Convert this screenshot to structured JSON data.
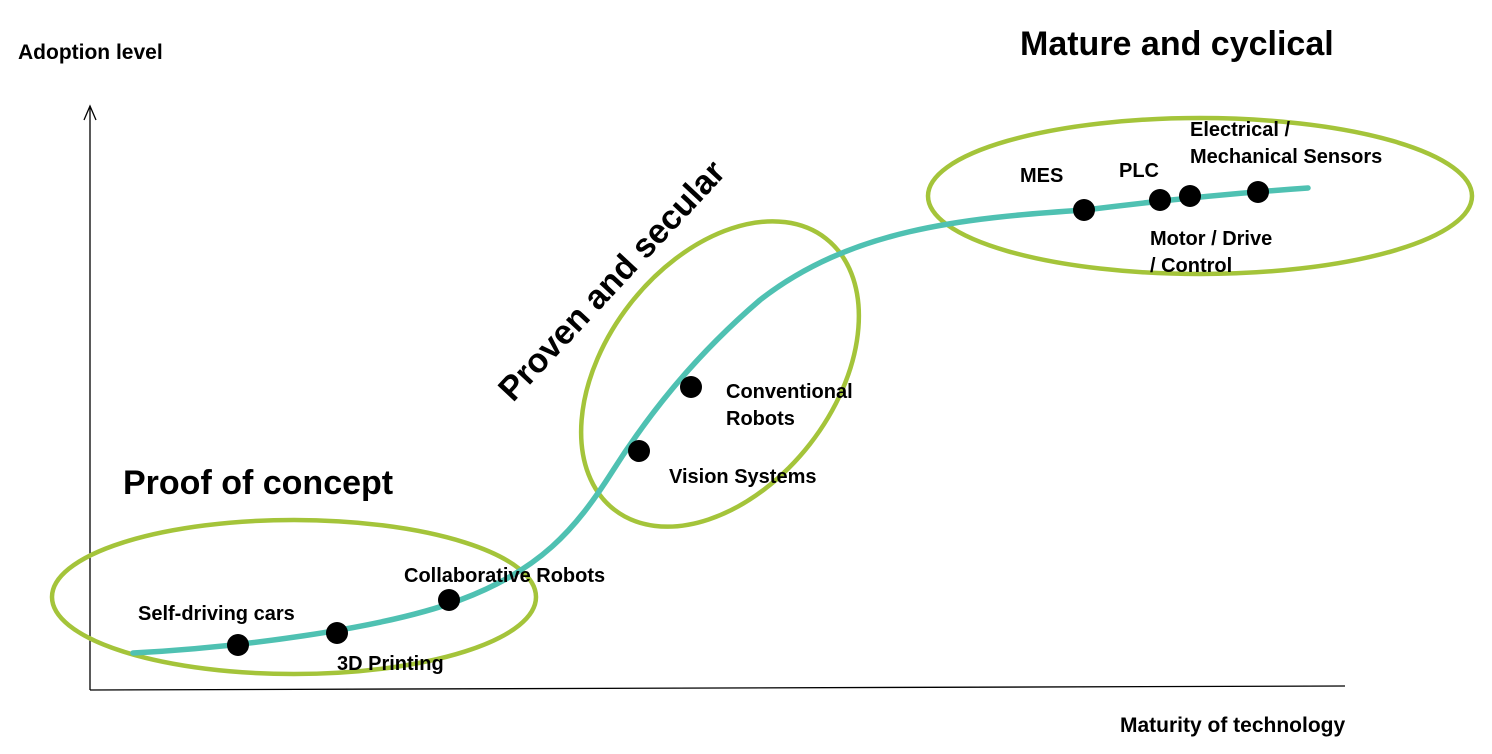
{
  "axes": {
    "y_label": "Adoption level",
    "x_label": "Maturity of technology"
  },
  "phases": [
    {
      "id": "proof",
      "title": "Proof of concept"
    },
    {
      "id": "proven",
      "title": "Proven and secular"
    },
    {
      "id": "mature",
      "title": "Mature and cyclical"
    }
  ],
  "points": [
    {
      "id": "self-driving-cars",
      "label_lines": [
        "Self-driving cars"
      ]
    },
    {
      "id": "3d-printing",
      "label_lines": [
        "3D Printing"
      ]
    },
    {
      "id": "collaborative-robots",
      "label_lines": [
        "Collaborative Robots"
      ]
    },
    {
      "id": "vision-systems",
      "label_lines": [
        "Vision Systems"
      ]
    },
    {
      "id": "conventional-robots",
      "label_lines": [
        "Conventional",
        "Robots"
      ]
    },
    {
      "id": "mes",
      "label_lines": [
        "MES"
      ]
    },
    {
      "id": "plc",
      "label_lines": [
        "PLC"
      ]
    },
    {
      "id": "motor-drive-control",
      "label_lines": [
        "Motor / Drive",
        "/ Control"
      ]
    },
    {
      "id": "electrical-mechanical-sensors",
      "label_lines": [
        "Electrical /",
        "Mechanical Sensors"
      ]
    }
  ],
  "colors": {
    "curve": "#4fc1b2",
    "ellipse": "#a4c43a",
    "point": "#000000",
    "axis": "#000000"
  }
}
